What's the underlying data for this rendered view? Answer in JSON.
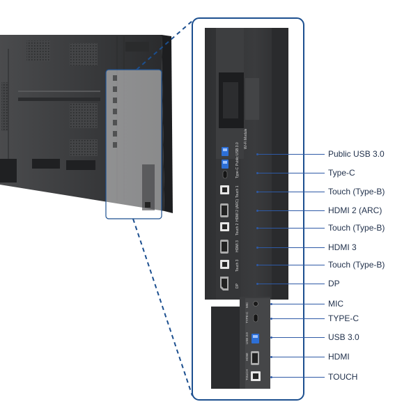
{
  "diagram": {
    "accent_color": "#2e5aa6",
    "callout_border_color": "#1c4f8f",
    "panel_color": "#2b2c2e",
    "ports": [
      {
        "label": "Public USB 3.0",
        "icon": "usb-a-blue-port-icon"
      },
      {
        "label": "Type-C",
        "icon": "usb-c-port-icon"
      },
      {
        "label": "Touch (Type-B)",
        "icon": "usb-b-port-icon"
      },
      {
        "label": "HDMI 2 (ARC)",
        "icon": "hdmi-port-icon"
      },
      {
        "label": "Touch (Type-B)",
        "icon": "usb-b-port-icon"
      },
      {
        "label": "HDMI 3",
        "icon": "hdmi-port-icon"
      },
      {
        "label": "Touch (Type-B)",
        "icon": "usb-b-port-icon"
      },
      {
        "label": "DP",
        "icon": "displayport-icon"
      },
      {
        "label": "MIC",
        "icon": "mic-jack-icon"
      },
      {
        "label": "TYPE-C",
        "icon": "usb-c-port-icon"
      },
      {
        "label": "USB 3.0",
        "icon": "usb-a-blue-port-icon"
      },
      {
        "label": "HDMI",
        "icon": "hdmi-port-icon"
      },
      {
        "label": "TOUCH",
        "icon": "usb-b-port-icon"
      }
    ],
    "panel_text": {
      "wifi_module": "Wi-Fi Module",
      "public_usb": "Public USB 3.0",
      "type_c": "Type-C",
      "touch_1": "Touch 1",
      "hdmi_2_arc": "HDMI 2 (ARC)",
      "touch_2": "Touch 2",
      "hdmi_3": "HDMI 3",
      "touch_3": "Touch 3",
      "dp": "DP",
      "front_mic": "MIC",
      "front_type_c": "TYPE-C",
      "front_usb": "USB 3.0",
      "front_hdmi": "HDMI",
      "front_touch": "TOUCH"
    }
  }
}
